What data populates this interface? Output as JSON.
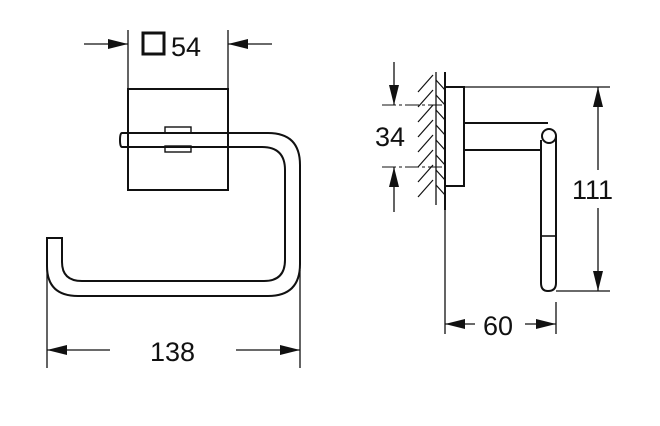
{
  "diagram": {
    "type": "technical-dimension-drawing",
    "subject": "toilet paper holder",
    "colors": {
      "line": "#111111",
      "background": "#ffffff"
    },
    "front_view": {
      "dimensions": {
        "rosette_square": {
          "symbol": "square",
          "value": "54"
        },
        "overall_width": {
          "value": "138"
        }
      }
    },
    "side_view": {
      "dimensions": {
        "mounting_hole_spacing": {
          "value": "34"
        },
        "overall_height": {
          "value": "111"
        },
        "projection_depth": {
          "value": "60"
        }
      }
    }
  }
}
